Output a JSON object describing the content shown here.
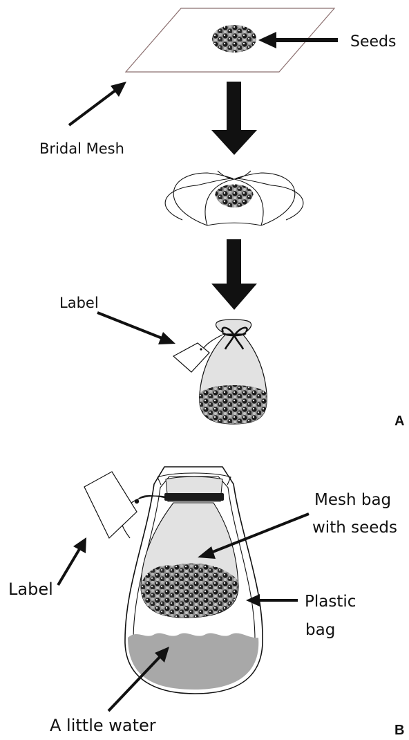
{
  "panel_a": {
    "letter": "A",
    "labels": {
      "seeds": "Seeds",
      "bridal_mesh": "Bridal Mesh",
      "label": "Label"
    }
  },
  "panel_b": {
    "letter": "B",
    "labels": {
      "mesh_bag_line1": "Mesh bag",
      "mesh_bag_line2": "with seeds",
      "label": "Label",
      "plastic_line1": "Plastic",
      "plastic_line2": "bag",
      "water": "A little water"
    }
  },
  "colors": {
    "ink": "#111111",
    "seed_fill": "#9a9a9a",
    "bag_fill": "#e6e6e6",
    "water_fill": "#a8a8a8",
    "mesh_outline": "#8b6f6f"
  }
}
